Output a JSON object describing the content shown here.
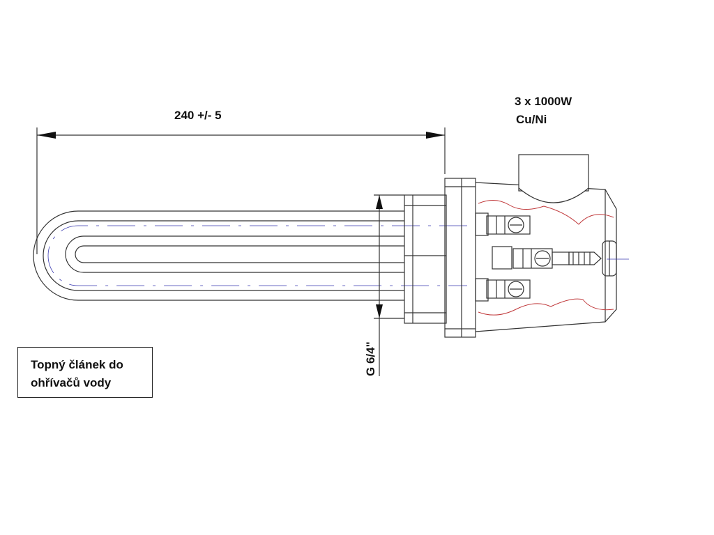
{
  "dimensions": {
    "length": "240 +/- 5",
    "thread": "G 6/4\""
  },
  "rating": {
    "power": "3 x 1000W",
    "material": "Cu/Ni"
  },
  "caption": {
    "line1": "Topný článek do",
    "line2": "ohřívačů vody"
  },
  "colors": {
    "line": "#333333",
    "centerline": "#3a3ab0",
    "wire": "#c0393b"
  }
}
